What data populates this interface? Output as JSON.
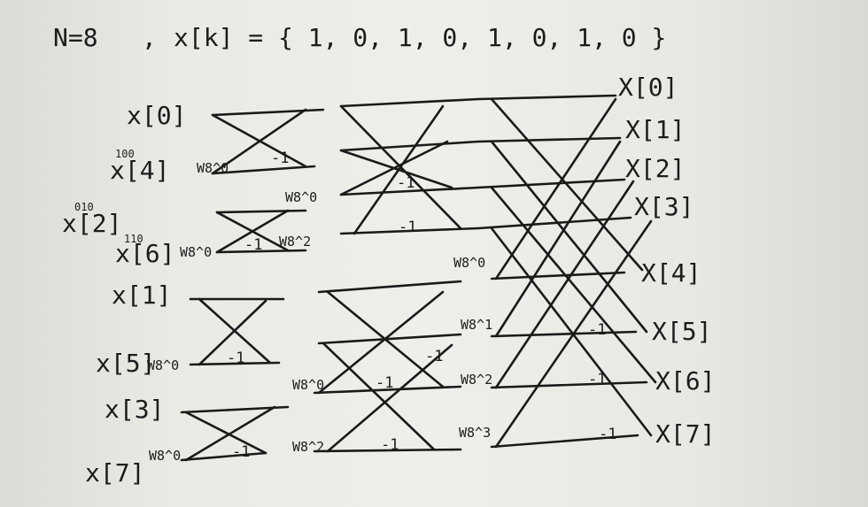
{
  "header": {
    "n_text": "N=8",
    "sep": ",",
    "seq_text": "x[k] = { 1, 0, 1, 0, 1, 0, 1, 0 }"
  },
  "inputs": [
    "x[0]",
    "x[4]",
    "x[2]",
    "x[6]",
    "x[1]",
    "x[5]",
    "x[3]",
    "x[7]"
  ],
  "outputs": [
    "X[0]",
    "X[1]",
    "X[2]",
    "X[3]",
    "X[4]",
    "X[5]",
    "X[6]",
    "X[7]"
  ],
  "bit_notes": {
    "x4": "100",
    "x2": "010",
    "x6": "110"
  },
  "twiddles": {
    "s1": [
      "W8^0",
      "W8^0",
      "W8^0",
      "W8^0"
    ],
    "s2": [
      "W8^0",
      "W8^2",
      "W8^0",
      "W8^2"
    ],
    "s3": [
      "W8^0",
      "W8^1",
      "W8^2",
      "W8^3"
    ]
  },
  "neg": "-1",
  "colors": {
    "ink": "#1a1a1a",
    "paper": "#ecece7"
  }
}
